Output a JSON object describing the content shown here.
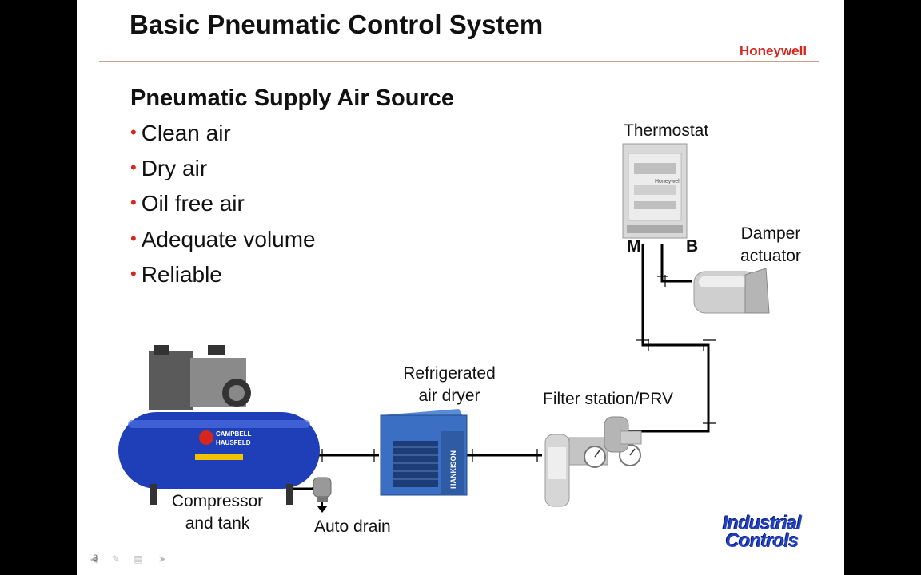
{
  "slide": {
    "title": "Basic Pneumatic Control System",
    "brand": "Honeywell",
    "heading": "Pneumatic Supply Air Source",
    "bullets": [
      "Clean air",
      "Dry air",
      "Oil free air",
      "Adequate volume",
      "Reliable"
    ]
  },
  "diagram": {
    "thermostat_label": "Thermostat",
    "thermostat_brand": "Honeywell",
    "port_m": "M",
    "port_b": "B",
    "damper_label_line1": "Damper",
    "damper_label_line2": "actuator",
    "dryer_label_line1": "Refrigerated",
    "dryer_label_line2": "air dryer",
    "dryer_brand": "HANKISON",
    "filter_label": "Filter station/PRV",
    "compressor_label_line1": "Compressor",
    "compressor_label_line2": "and tank",
    "compressor_brand_line1": "CAMPBELL",
    "compressor_brand_line2": "HAUSFELD",
    "drain_label": "Auto drain"
  },
  "footer": {
    "logo_line1": "Industrial",
    "logo_line2": "Controls",
    "slide_number": "3"
  },
  "colors": {
    "accent": "#d7261e",
    "compressor_blue": "#1f3fb8",
    "dryer_blue": "#3b6fc4",
    "logo_blue": "#2040c0"
  }
}
